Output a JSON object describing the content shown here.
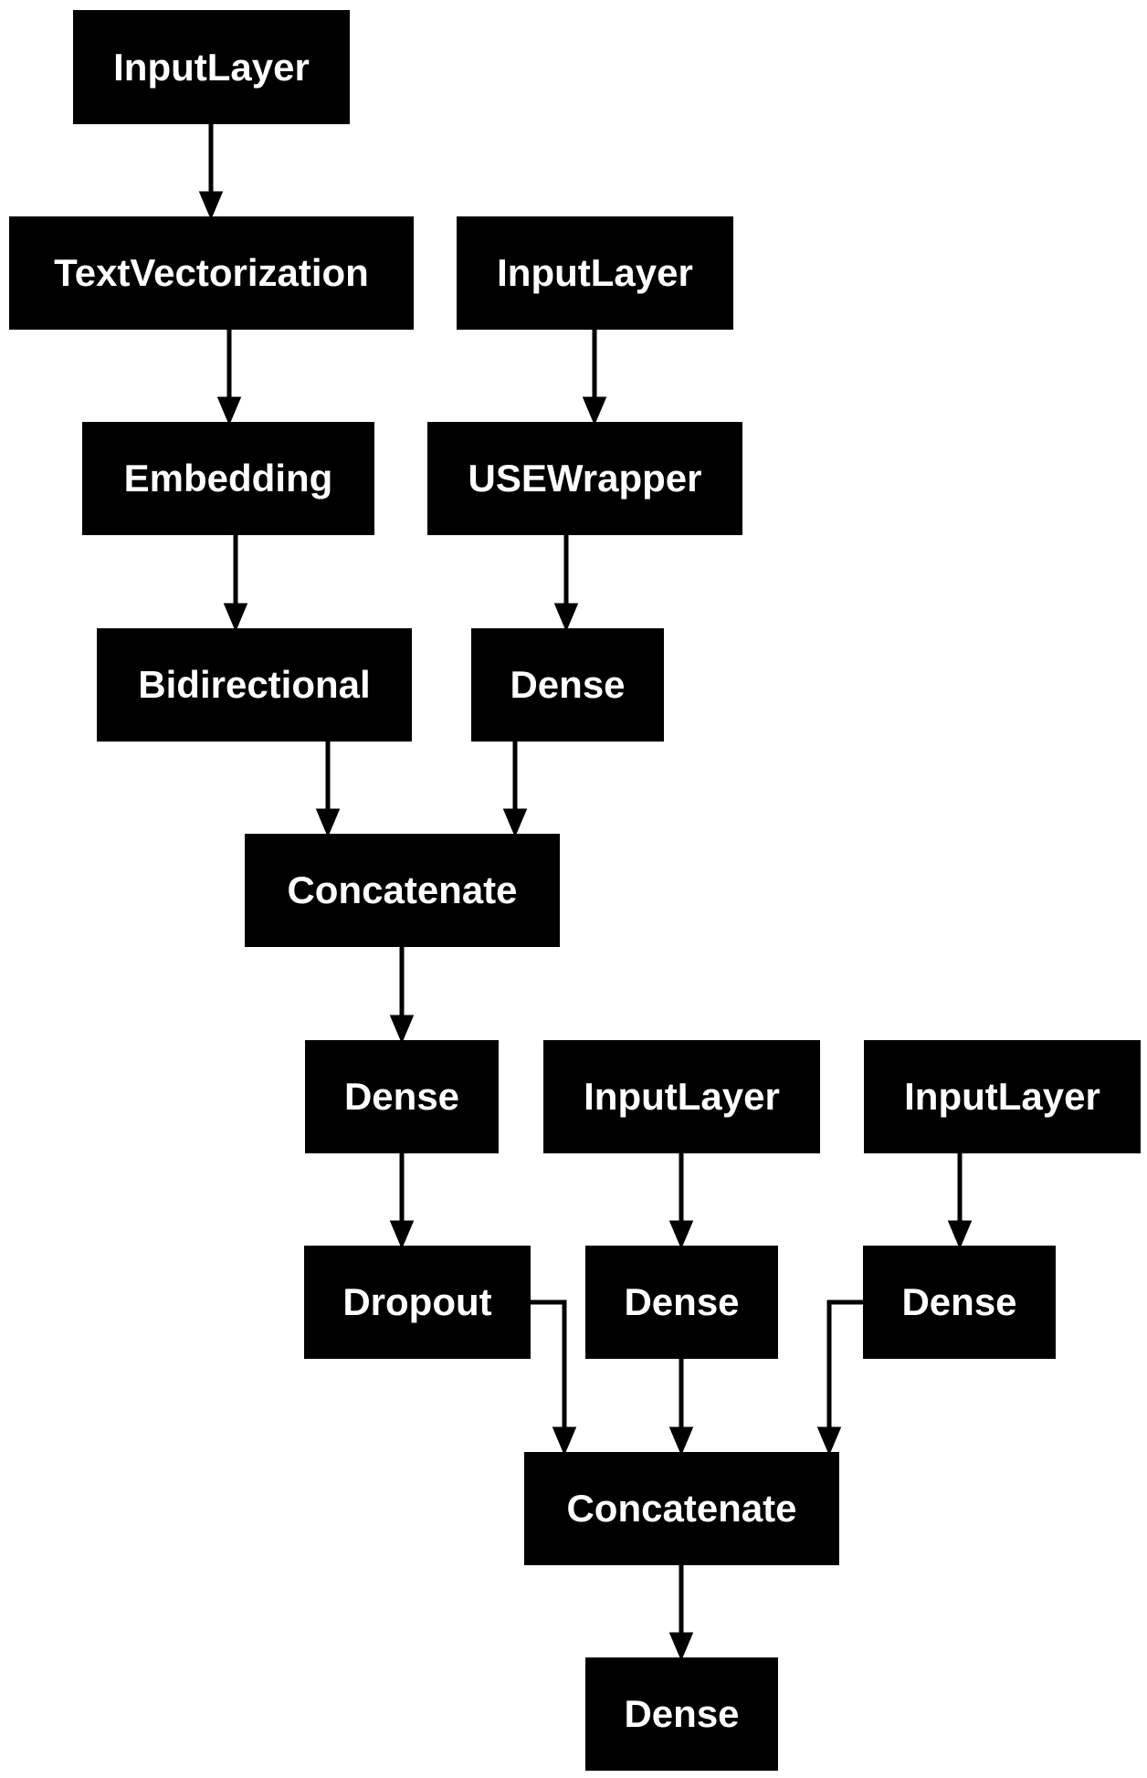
{
  "diagram": {
    "nodes": [
      {
        "id": "input_1",
        "label": "InputLayer"
      },
      {
        "id": "text_vectorization",
        "label": "TextVectorization"
      },
      {
        "id": "input_2",
        "label": "InputLayer"
      },
      {
        "id": "embedding",
        "label": "Embedding"
      },
      {
        "id": "use_wrapper",
        "label": "USEWrapper"
      },
      {
        "id": "bidirectional",
        "label": "Bidirectional"
      },
      {
        "id": "dense_1",
        "label": "Dense"
      },
      {
        "id": "concatenate_1",
        "label": "Concatenate"
      },
      {
        "id": "dense_2",
        "label": "Dense"
      },
      {
        "id": "input_3",
        "label": "InputLayer"
      },
      {
        "id": "input_4",
        "label": "InputLayer"
      },
      {
        "id": "dropout",
        "label": "Dropout"
      },
      {
        "id": "dense_3",
        "label": "Dense"
      },
      {
        "id": "dense_4",
        "label": "Dense"
      },
      {
        "id": "concatenate_2",
        "label": "Concatenate"
      },
      {
        "id": "dense_5",
        "label": "Dense"
      }
    ],
    "edges": [
      {
        "from": "input_1",
        "to": "text_vectorization"
      },
      {
        "from": "text_vectorization",
        "to": "embedding"
      },
      {
        "from": "input_2",
        "to": "use_wrapper"
      },
      {
        "from": "embedding",
        "to": "bidirectional"
      },
      {
        "from": "use_wrapper",
        "to": "dense_1"
      },
      {
        "from": "bidirectional",
        "to": "concatenate_1"
      },
      {
        "from": "dense_1",
        "to": "concatenate_1"
      },
      {
        "from": "concatenate_1",
        "to": "dense_2"
      },
      {
        "from": "dense_2",
        "to": "dropout"
      },
      {
        "from": "input_3",
        "to": "dense_3"
      },
      {
        "from": "input_4",
        "to": "dense_4"
      },
      {
        "from": "dropout",
        "to": "concatenate_2"
      },
      {
        "from": "dense_3",
        "to": "concatenate_2"
      },
      {
        "from": "dense_4",
        "to": "concatenate_2"
      },
      {
        "from": "concatenate_2",
        "to": "dense_5"
      }
    ],
    "colors": {
      "node_fill": "#000000",
      "node_text": "#ffffff",
      "edge": "#000000",
      "background": "#ffffff"
    }
  }
}
